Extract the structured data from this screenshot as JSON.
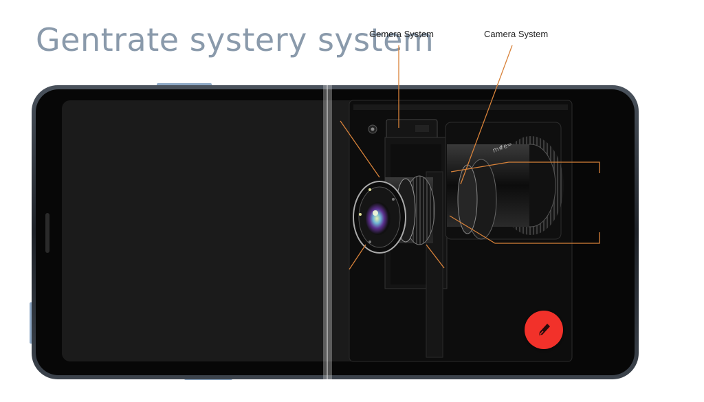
{
  "title": "Gentrate systery system",
  "callouts": {
    "left": "Gemera System",
    "right": "Camera System"
  },
  "colors": {
    "accent": "#f2312a",
    "callout_line": "#d8823a",
    "frame": "#2b3139",
    "screen": "#1b1b1b",
    "side_button": "#8fa9c6"
  },
  "icons": {
    "shutter": "pen-nib-icon",
    "front_camera": "camera-dot-icon"
  }
}
